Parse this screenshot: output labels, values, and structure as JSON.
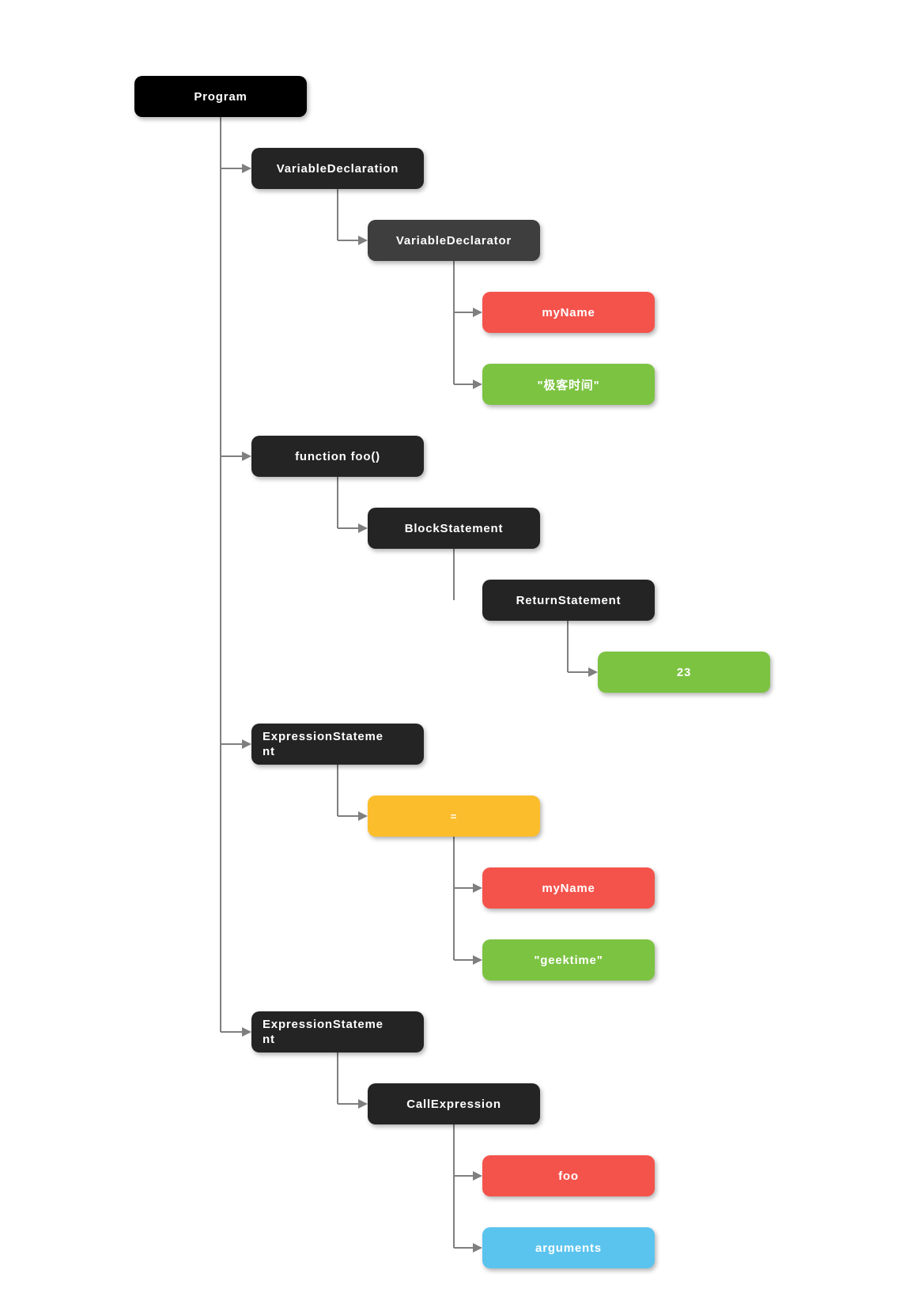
{
  "colors": {
    "program_bg": "#000000",
    "statement_bg": "#242424",
    "declarator_bg": "#3e3e3e",
    "identifier_bg": "#f4534c",
    "literal_bg": "#7cc342",
    "operator_bg": "#fcbd2c",
    "arguments_bg": "#5bc4ee",
    "connector": "#7f7f7f",
    "node_text": "#ffffff"
  },
  "nodes": [
    {
      "label": "Program",
      "kind": "program"
    },
    {
      "label": "VariableDeclaration",
      "kind": "statement"
    },
    {
      "label": "VariableDeclarator",
      "kind": "declarator"
    },
    {
      "label": "myName",
      "kind": "identifier"
    },
    {
      "label": "\"极客时间\"",
      "kind": "literal"
    },
    {
      "label": "function foo()",
      "kind": "statement"
    },
    {
      "label": "BlockStatement",
      "kind": "statement"
    },
    {
      "label": "ReturnStatement",
      "kind": "statement"
    },
    {
      "label": "23",
      "kind": "literal"
    },
    {
      "label": "ExpressionStatement",
      "kind": "statement"
    },
    {
      "label": "=",
      "kind": "operator"
    },
    {
      "label": "myName",
      "kind": "identifier"
    },
    {
      "label": "\"geektime\"",
      "kind": "literal"
    },
    {
      "label": "ExpressionStatement",
      "kind": "statement"
    },
    {
      "label": "CallExpression",
      "kind": "statement"
    },
    {
      "label": "foo",
      "kind": "identifier"
    },
    {
      "label": "arguments",
      "kind": "arguments"
    }
  ],
  "edges": [
    [
      0,
      1
    ],
    [
      1,
      2
    ],
    [
      2,
      3
    ],
    [
      2,
      4
    ],
    [
      0,
      5
    ],
    [
      5,
      6
    ],
    [
      6,
      7
    ],
    [
      7,
      8
    ],
    [
      0,
      9
    ],
    [
      9,
      10
    ],
    [
      10,
      11
    ],
    [
      10,
      12
    ],
    [
      0,
      13
    ],
    [
      13,
      14
    ],
    [
      14,
      15
    ],
    [
      14,
      16
    ]
  ]
}
